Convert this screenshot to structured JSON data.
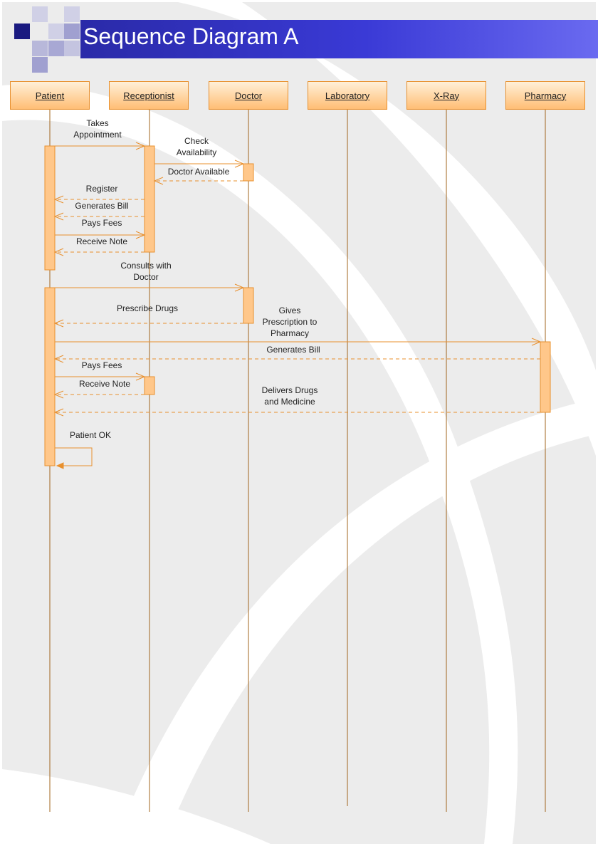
{
  "title": "Sequence Diagram A",
  "colors": {
    "title_bar": "#3333cc",
    "lifeline_fill": "#ffc78a",
    "line": "#e8902e",
    "background": "#ececec"
  },
  "lifelines": [
    {
      "id": "patient",
      "label": "Patient"
    },
    {
      "id": "receptionist",
      "label": "Receptionist"
    },
    {
      "id": "doctor",
      "label": "Doctor"
    },
    {
      "id": "laboratory",
      "label": "Laboratory"
    },
    {
      "id": "xray",
      "label": "X-Ray"
    },
    {
      "id": "pharmacy",
      "label": "Pharmacy"
    }
  ],
  "messages": [
    {
      "from": "patient",
      "to": "receptionist",
      "type": "sync",
      "label": [
        "Takes",
        "Appointment"
      ]
    },
    {
      "from": "receptionist",
      "to": "doctor",
      "type": "sync",
      "label": [
        "Check",
        "Availability"
      ]
    },
    {
      "from": "doctor",
      "to": "receptionist",
      "type": "return",
      "label": [
        "Doctor Available"
      ]
    },
    {
      "from": "receptionist",
      "to": "patient",
      "type": "return",
      "label": [
        "Register"
      ]
    },
    {
      "from": "receptionist",
      "to": "patient",
      "type": "return",
      "label": [
        "Generates Bill"
      ]
    },
    {
      "from": "patient",
      "to": "receptionist",
      "type": "sync",
      "label": [
        "Pays Fees"
      ]
    },
    {
      "from": "receptionist",
      "to": "patient",
      "type": "return",
      "label": [
        "Receive Note"
      ]
    },
    {
      "from": "patient",
      "to": "doctor",
      "type": "sync",
      "label": [
        "Consults with",
        "Doctor"
      ]
    },
    {
      "from": "doctor",
      "to": "patient",
      "type": "return",
      "label": [
        "Prescribe Drugs"
      ]
    },
    {
      "from": "patient",
      "to": "pharmacy",
      "type": "sync",
      "label": [
        "Gives",
        "Prescription to",
        "Pharmacy"
      ]
    },
    {
      "from": "pharmacy",
      "to": "patient",
      "type": "return",
      "label": [
        "Generates Bill"
      ]
    },
    {
      "from": "patient",
      "to": "receptionist",
      "type": "sync",
      "label": [
        "Pays Fees"
      ]
    },
    {
      "from": "receptionist",
      "to": "patient",
      "type": "return",
      "label": [
        "Receive Note"
      ]
    },
    {
      "from": "pharmacy",
      "to": "patient",
      "type": "return",
      "label": [
        "Delivers Drugs",
        "and Medicine"
      ]
    },
    {
      "from": "patient",
      "to": "patient",
      "type": "self",
      "label": [
        "Patient OK"
      ]
    }
  ]
}
